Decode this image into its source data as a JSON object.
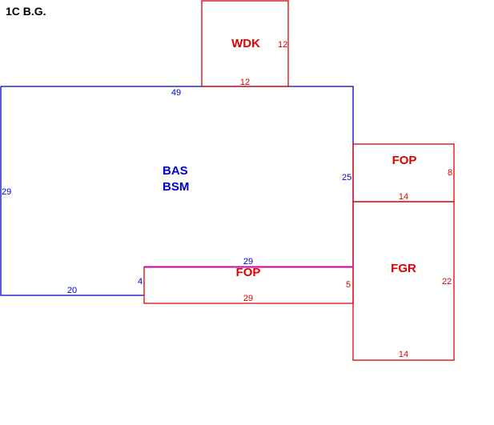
{
  "sketch": {
    "label": "1C B.G.",
    "colors": {
      "main": "#0000cc",
      "addition": "#dd0000",
      "overlap": "#cc00aa",
      "label": "#000000"
    },
    "areas": {
      "main": {
        "codes": [
          "BAS",
          "BSM"
        ],
        "dims": {
          "top": "49",
          "left": "29",
          "right": "25",
          "bottom": "20",
          "step": "4",
          "inner": "29"
        }
      },
      "wdk": {
        "code": "WDK",
        "dims": {
          "bottom": "12",
          "right": "12"
        }
      },
      "fop_right": {
        "code": "FOP",
        "dims": {
          "bottom": "14",
          "right": "8"
        }
      },
      "fop_bottom": {
        "code": "FOP",
        "dims": {
          "bottom": "29",
          "right": "5"
        }
      },
      "fgr": {
        "code": "FGR",
        "dims": {
          "bottom": "14",
          "right": "22"
        }
      }
    }
  }
}
